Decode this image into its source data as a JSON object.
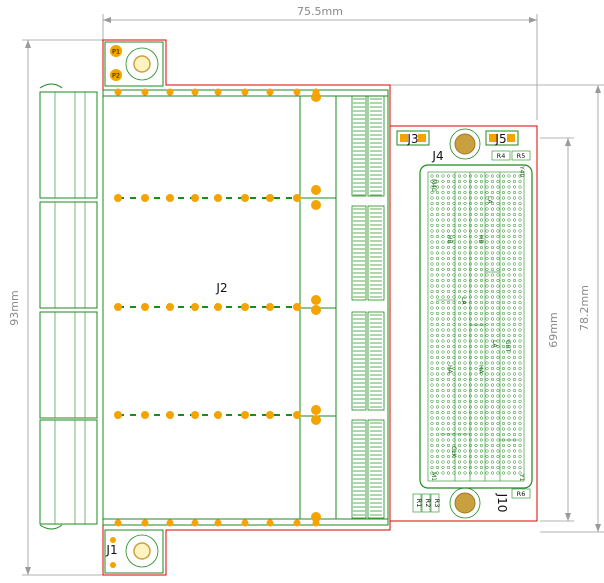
{
  "dimensions": {
    "top_width": "75.5mm",
    "left_height": "93mm",
    "right_height_inner": "69mm",
    "right_height_outer": "78.2mm"
  },
  "references": {
    "main_connector": "J2",
    "header_j3": "J3",
    "mount_j4": "J4",
    "header_j5": "J5",
    "j1": "J1",
    "p1": "P1",
    "p2": "P2",
    "r4": "R4",
    "r5": "R5",
    "r6": "R6",
    "r1": "R1",
    "r2": "R2",
    "r3": "R3",
    "j10": "J10"
  },
  "pin_labels": {
    "m40": "M40",
    "y40": "Y40",
    "m1": "M1",
    "y1": "Y1",
    "hb_left": "HB",
    "hb_right": "HB",
    "la_left": "LA",
    "la_top": "LA",
    "ha_left": "HA",
    "ha_right": "HA",
    "la_right": "LA",
    "gbt": "GBT",
    "clk": "CLK"
  },
  "colors": {
    "board_outline": "#e00000",
    "silkscreen": "#1c8a1c",
    "pad": "#f5a300",
    "dimension": "#9a9a9a",
    "hole_fill": "#c8a040"
  }
}
